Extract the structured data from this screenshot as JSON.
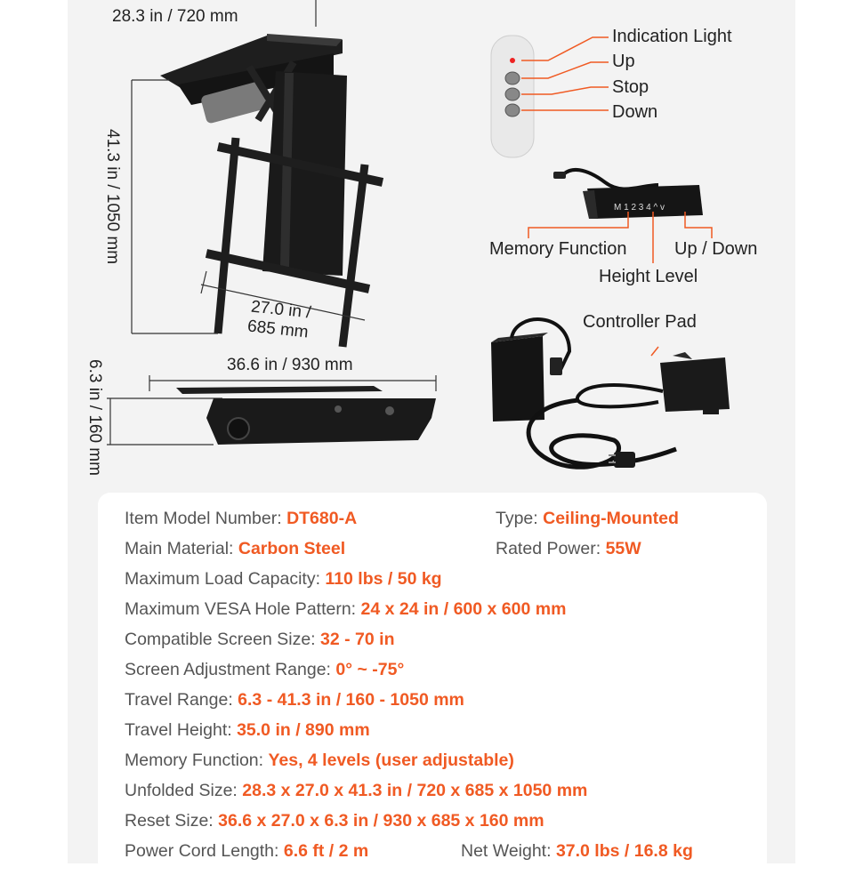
{
  "dimensions": {
    "top_width": "28.3 in / 720 mm",
    "height": "41.3 in / 1050 mm",
    "bracket_width_line1": "27.0 in /",
    "bracket_width_line2": "685 mm",
    "reset_width": "36.6 in / 930 mm",
    "reset_height": "6.3 in / 160 mm"
  },
  "remote_callouts": {
    "indication_light": "Indication Light",
    "up": "Up",
    "stop": "Stop",
    "down": "Down"
  },
  "keypad_callouts": {
    "memory_function": "Memory Function",
    "up_down": "Up / Down",
    "height_level": "Height Level",
    "keypad_text": "M 1 2 3 4 ^ v"
  },
  "controller_pad": "Controller Pad",
  "colors": {
    "accent": "#f05a23",
    "label": "#555555",
    "metal": "#1e1e1e",
    "panel": "#f3f3f3"
  },
  "specs": [
    {
      "label": "Item Model Number: ",
      "value": "DT680-A"
    },
    {
      "label": "Type: ",
      "value": "Ceiling-Mounted"
    },
    {
      "label": "Main Material: ",
      "value": "Carbon Steel"
    },
    {
      "label": "Rated Power: ",
      "value": "55W"
    },
    {
      "label": "Maximum Load Capacity: ",
      "value": "110 lbs / 50 kg"
    },
    {
      "label": "Maximum VESA Hole Pattern: ",
      "value": "24 x 24 in / 600 x 600 mm"
    },
    {
      "label": "Compatible Screen Size: ",
      "value": "32 - 70 in"
    },
    {
      "label": "Screen Adjustment Range: ",
      "value": "0° ~ -75°"
    },
    {
      "label": "Travel Range: ",
      "value": "6.3 - 41.3 in / 160 - 1050 mm"
    },
    {
      "label": "Travel Height: ",
      "value": "35.0 in / 890 mm"
    },
    {
      "label": "Memory Function: ",
      "value": "Yes, 4 levels (user adjustable)"
    },
    {
      "label": "Unfolded Size: ",
      "value": "28.3 x 27.0 x 41.3 in / 720 x 685 x 1050 mm"
    },
    {
      "label": "Reset Size: ",
      "value": "36.6 x 27.0 x 6.3 in / 930 x 685 x 160 mm"
    },
    {
      "label": "Power Cord Length: ",
      "value": "6.6 ft / 2 m"
    },
    {
      "label": "Net Weight: ",
      "value": "37.0 lbs / 16.8 kg"
    }
  ]
}
